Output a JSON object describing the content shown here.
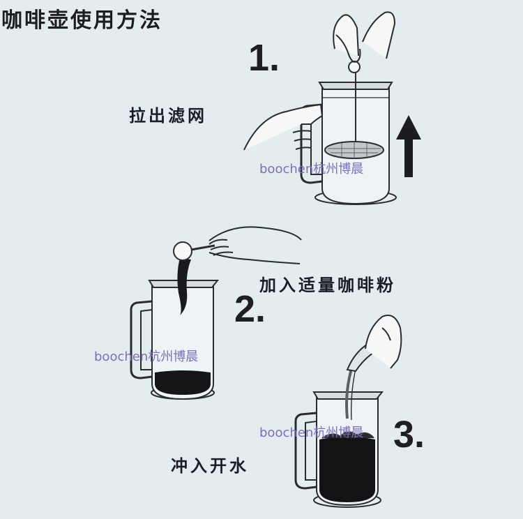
{
  "title": "咖啡壶使用方法",
  "steps": [
    {
      "number": "1.",
      "caption": "拉出滤网"
    },
    {
      "number": "2.",
      "caption": "加入适量咖啡粉"
    },
    {
      "number": "3.",
      "caption": "冲入开水"
    }
  ],
  "watermark": "boochen杭州博晨",
  "icons": {
    "step1": "french-press-pull-plunger",
    "step2": "french-press-add-coffee",
    "step3": "french-press-pour-water",
    "arrow": "arrow-up-icon"
  }
}
